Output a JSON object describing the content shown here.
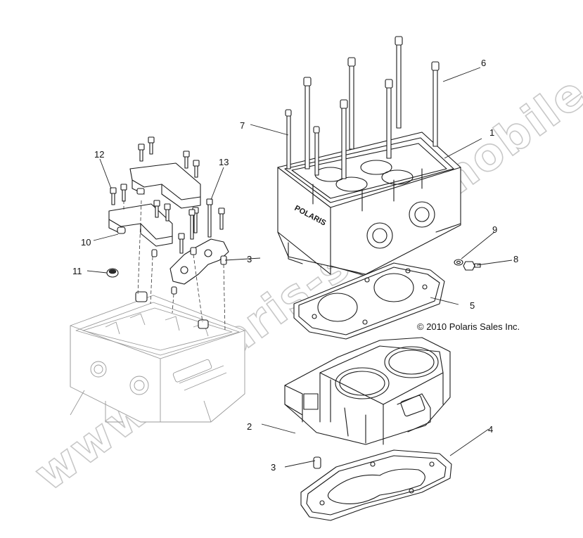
{
  "copyright": "© 2010 Polaris Sales Inc.",
  "watermark": "www.polaris-sportmobile.de",
  "brand_cast": "POLARIS",
  "callouts": {
    "c1": "1",
    "c2": "2",
    "c3a": "3",
    "c3b": "3",
    "c4": "4",
    "c5": "5",
    "c6": "6",
    "c7": "7",
    "c8": "8",
    "c9": "9",
    "c10": "10",
    "c11": "11",
    "c12": "12",
    "c13": "13"
  }
}
